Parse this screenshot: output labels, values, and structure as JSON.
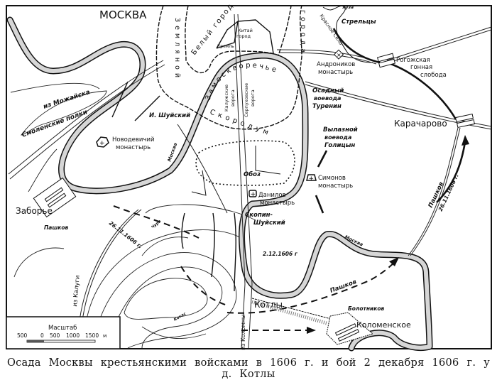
{
  "caption": "Осада Москвы крестьянскими войсками в 1606 г. и бой 2 декабря 1606 г. у д. Котлы",
  "city": {
    "title": "МОСКВА",
    "zemlyanoy": "Земляной",
    "bely_gorod": "Белый город",
    "gorod_right": "города",
    "kitay_gorod": [
      "Китай",
      "город"
    ],
    "kreml": "Кремль",
    "zamoskvorechye": "Замоскворечье",
    "skorodum": "Скородум",
    "kaluga_gate": [
      "Калужские",
      "ворота"
    ],
    "serpukhov_gate": [
      "Серпуховские",
      "ворота"
    ]
  },
  "places": {
    "yauza": "Яуза",
    "krasnoe_selo": "Красное Село",
    "streltsy": "Стрельцы",
    "andronikov": [
      "Андроников",
      "монастырь"
    ],
    "rogozhskaya": [
      "Рогожская",
      "гонная",
      "слобода"
    ],
    "turenin": [
      "Осадный",
      "воевода",
      "Туренин"
    ],
    "karacharovo": "Карачарово",
    "golitsyn": [
      "Вылазной",
      "воевода",
      "Голицын"
    ],
    "simonov": [
      "Симонов",
      "монастырь"
    ],
    "oboz": "Обоз",
    "danilov": [
      "Данилов",
      "монастырь"
    ],
    "skopin": [
      "Скопин-",
      "Шуйский"
    ],
    "date_battle": "2.12.1606 г",
    "kotly": "Котлы",
    "kolomenskoe": "Коломенское",
    "bolotnikov": "Болотников",
    "pashkov_1": "Пашков",
    "pashkov_2": "Пашков",
    "pashkov_3": "Пашков",
    "date_pashkov_1": "26.11.1606 г.",
    "date_pashkov_2": "26.11.1606 г.",
    "moskva_river_1": "Москва",
    "moskva_river_2": "Москва",
    "novodevichy": [
      "Новодевичий",
      "монастырь"
    ],
    "i_shuysky": "И. Шуйский",
    "from_mozhaysk": "из Можайска",
    "smolensk": "Смоленские полки",
    "zaborye": "Заборье",
    "from_kaluga": "из Калуги",
    "chura": "Чура",
    "kotlovka": "Котлс",
    "from_kolomna": "из Коломны"
  },
  "scale": {
    "title": "Масштаб",
    "ticks": [
      "500",
      "0",
      "500",
      "1000",
      "1500",
      "м"
    ]
  }
}
